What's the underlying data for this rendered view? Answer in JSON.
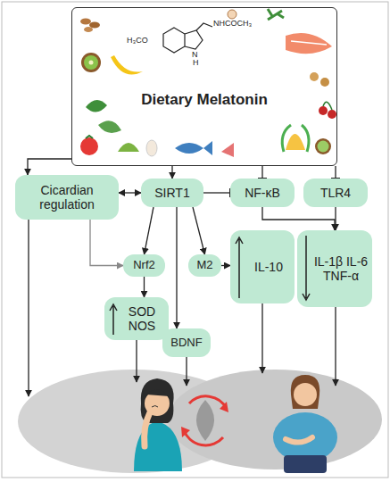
{
  "diagram": {
    "nodes": [
      {
        "text": [
          "Dietary Melatonin"
        ]
      },
      {
        "text": [
          "Cicardian regulation"
        ]
      },
      {
        "text": [
          "SIRT1"
        ]
      },
      {
        "text": [
          "NF-κB"
        ]
      },
      {
        "text": [
          "TLR4"
        ]
      },
      {
        "text": [
          "Nrf2"
        ]
      },
      {
        "text": [
          "M2"
        ]
      },
      {
        "text": [
          "IL-10"
        ]
      },
      {
        "text": [
          "IL-1β IL-6 TNF-α"
        ]
      },
      {
        "text": [
          "SOD NOS"
        ]
      },
      {
        "text": [
          "BDNF"
        ]
      }
    ],
    "edges": [
      {
        "from": 0,
        "to": 1,
        "arrow": "to"
      },
      {
        "from": 1,
        "to": 5,
        "arrow": "to"
      },
      {
        "from": 1,
        "to": 2,
        "arrow": "both"
      },
      {
        "from": 0,
        "to": 2,
        "arrow": "to"
      },
      {
        "from": 0,
        "to": 3,
        "arrow": "to"
      },
      {
        "from": 0,
        "to": 4,
        "arrow": "to"
      },
      {
        "from": 2,
        "to": 3,
        "arrow": "to"
      },
      {
        "from": 2,
        "to": 5,
        "arrow": "to"
      },
      {
        "from": 2,
        "to": 6,
        "arrow": "to"
      },
      {
        "from": 2,
        "to": 10,
        "arrow": "to"
      },
      {
        "from": 5,
        "to": 9,
        "arrow": "to"
      },
      {
        "from": 6,
        "to": 7,
        "arrow": "to"
      },
      {
        "from": 3,
        "to": 8,
        "arrow": "to"
      },
      {
        "from": 4,
        "to": 8,
        "arrow": "to"
      }
    ],
    "labels": [
      "H₃CO",
      "NHCOCH₃",
      "N",
      "H"
    ]
  }
}
